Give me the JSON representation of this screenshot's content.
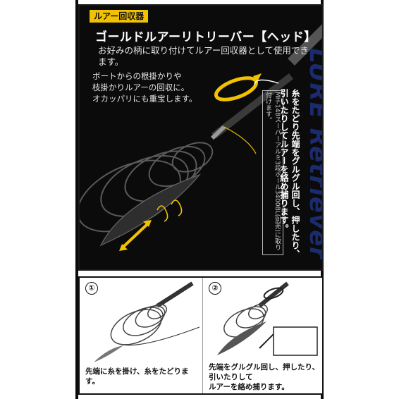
{
  "top": {
    "label": "ルアー回収器",
    "title": "ゴールドルアーリトリーバー【ヘッド】",
    "description": "お好みの柄に取り付けてルアー回収器として使用できます。",
    "note_left": "ボートからの根掛かりや\n枝掛かりルアーの回収に。\nオカッパリにも重宝します。",
    "note_vertical": "糸をたどり先端をグルグル回し、押したり、\n引いたりしてルアーを絡め捕ります。",
    "pole_note": "MH-148スーパーアルミ3段ポール3400BL(別売)に取り付けます。",
    "brand": "LURE Retriever"
  },
  "steps": [
    {
      "number": "①",
      "caption": "先端に糸を掛け、糸をたどります。"
    },
    {
      "number": "②",
      "caption": "先端をグルグル回し、押したり、引いたりして\nルアーを絡め捕ります。"
    }
  ],
  "colors": {
    "accent": "#f2c200",
    "brand": "#1d2f7a",
    "background": "#0b0b0b"
  }
}
